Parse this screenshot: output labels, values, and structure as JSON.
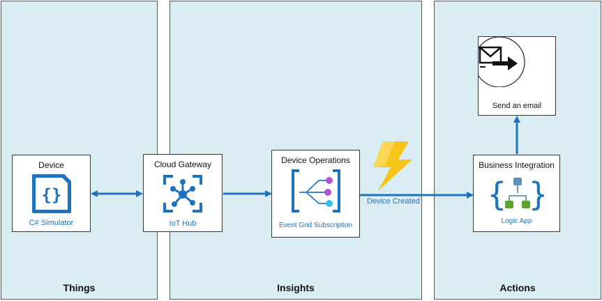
{
  "zones": {
    "things": "Things",
    "insights": "Insights",
    "actions": "Actions"
  },
  "nodes": {
    "device": {
      "title": "Device",
      "subtitle": "C# Simulator",
      "icon": "code-file-icon"
    },
    "cloud_gateway": {
      "title": "Cloud Gateway",
      "subtitle": "IoT Hub",
      "icon": "iot-hub-icon"
    },
    "device_operations": {
      "title": "Device Operations",
      "subtitle": "Event Grid Subscription",
      "icon": "event-grid-icon"
    },
    "business_integration": {
      "title": "Business Integration",
      "subtitle": "Logic App",
      "icon": "logic-app-icon"
    },
    "send_email": {
      "title": "Send an email",
      "icon": "send-email-icon"
    }
  },
  "edges": {
    "device_created": "Device Created"
  },
  "colors": {
    "zone_fill": "#d9edf3",
    "arrow": "#1e73be",
    "bolt": "#f7c419",
    "accent_purple": "#b452cd",
    "accent_green": "#5ea331"
  }
}
